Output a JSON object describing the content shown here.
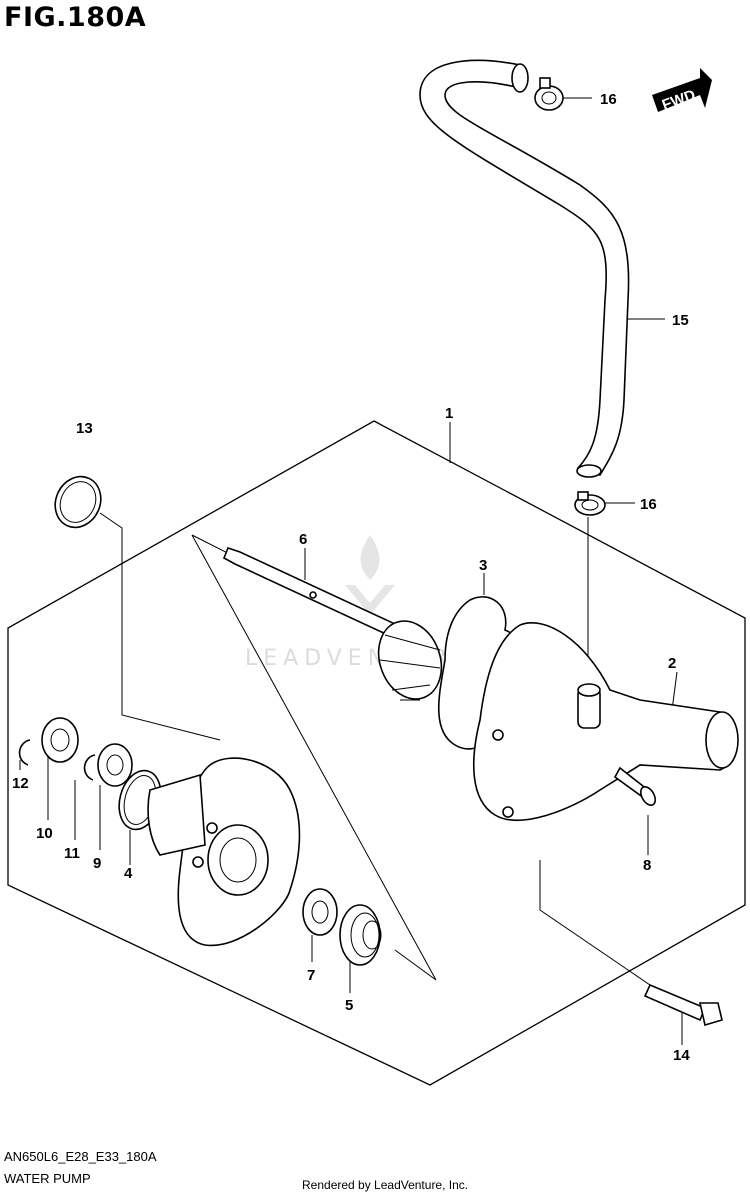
{
  "figure": {
    "title": "FIG.180A",
    "model_code": "AN650L6_E28_E33_180A",
    "section_name": "WATER PUMP",
    "rendered_by": "Rendered by LeadVenture, Inc.",
    "watermark": "LEADVENTURE",
    "fwd_label": "FWD"
  },
  "callouts": [
    "1",
    "2",
    "3",
    "4",
    "5",
    "6",
    "7",
    "8",
    "9",
    "10",
    "11",
    "12",
    "13",
    "14",
    "15",
    "16",
    "16"
  ],
  "colors": {
    "line": "#000000",
    "background": "#ffffff",
    "watermark": "#d9d9d9"
  }
}
